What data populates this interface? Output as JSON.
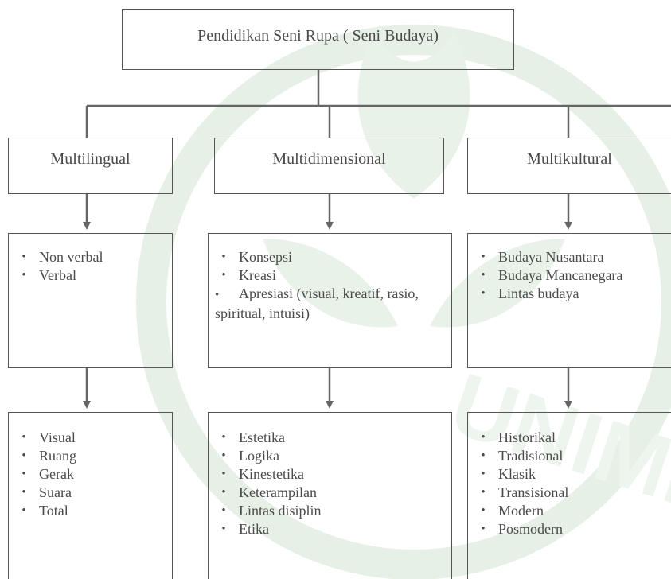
{
  "title": "Pendidikan Seni Rupa ( Seni Budaya)",
  "categories": [
    {
      "label": "Multilingual",
      "aspects": [
        "Non verbal",
        "Verbal"
      ],
      "dimensions": [
        "Visual",
        "Ruang",
        "Gerak",
        "Suara",
        "Total"
      ]
    },
    {
      "label": "Multidimensional",
      "aspects": [
        "Konsepsi",
        "Kreasi",
        "Apresiasi (visual, kreatif, rasio, spiritual, intuisi)"
      ],
      "dimensions": [
        "Estetika",
        "Logika",
        "Kinestetika",
        "Keterampilan",
        "Lintas disiplin",
        "Etika"
      ]
    },
    {
      "label": "Multikultural",
      "aspects": [
        "Budaya Nusantara",
        "Budaya Mancanegara",
        "Lintas budaya"
      ],
      "dimensions": [
        "Historikal",
        "Tradisional",
        "Klasik",
        "Transisional",
        "Modern",
        "Posmodern"
      ]
    }
  ],
  "watermark": {
    "text": "UNIMED",
    "color": "#e3efe3"
  },
  "colors": {
    "line": "#666666",
    "border": "#555555",
    "text": "#4a4a4a"
  }
}
